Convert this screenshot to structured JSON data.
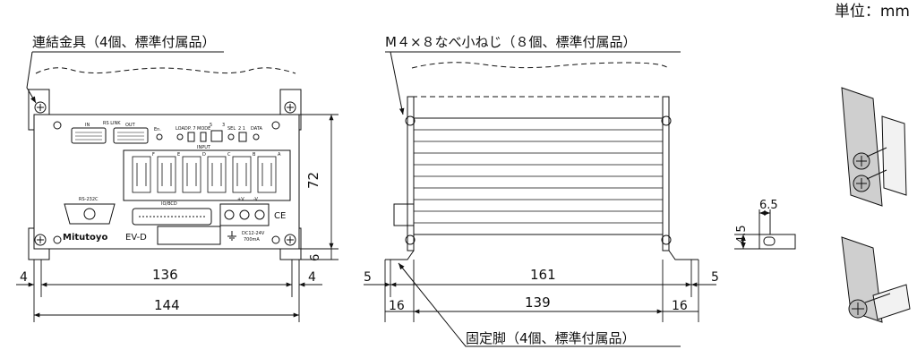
{
  "unit_label": "単位：mm",
  "callouts": {
    "bracket": "連結金具（4個、標準付属品）",
    "screw": "M４×８なべ小ねじ（８個、標準付属品）",
    "foot": "固定脚（4個、標準付属品）"
  },
  "front_panel": {
    "rs_link": "RS LINK",
    "in": "IN",
    "out": "OUT",
    "en": "En.",
    "load": "LOAD",
    "p7": "P. 7",
    "mode": "MODE",
    "num_5": "5",
    "num_3": "3",
    "sel": "SEL",
    "num_21": "2 1",
    "data": "DATA",
    "input": "INPUT",
    "ch_f": "F",
    "ch_e": "E",
    "ch_d": "D",
    "ch_c": "C",
    "ch_b": "B",
    "ch_a": "A",
    "rs232c": "RS-232C",
    "iobcd": "IO/BCD",
    "plus_v": "+V",
    "minus_v": "-V",
    "dc": "DC12-24V",
    "ma": "700mA",
    "brand": "Mitutoyo",
    "model": "EV-D",
    "ce": "CE"
  },
  "dimensions": {
    "front_height": "72",
    "front_gap": "6",
    "front_inner": "136",
    "front_outer": "144",
    "front_side_left": "4",
    "front_side_right": "4",
    "side_inner": "161",
    "side_outer": "139",
    "side_gap_left": "5",
    "side_gap_right": "5",
    "side_foot_left": "16",
    "side_foot_right": "16",
    "slot_width": "6.5",
    "slot_height": "4.5"
  }
}
